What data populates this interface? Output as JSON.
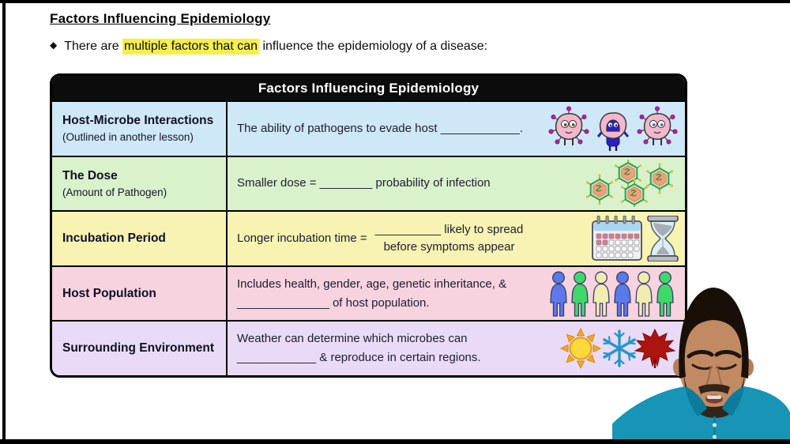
{
  "page": {
    "title": "Factors Influencing Epidemiology",
    "bullet_marker": "◆",
    "bullet_pre": "There are ",
    "bullet_highlight": "multiple factors that can",
    "bullet_post": " influence the epidemiology of a disease:"
  },
  "table": {
    "header": "Factors Influencing Epidemiology",
    "rows": [
      {
        "title": "Host-Microbe Interactions",
        "subtitle": "(Outlined in another lesson)",
        "line1": "The ability of pathogens to evade host ____________.",
        "line2": "",
        "icon_names": [
          "pathogen-character-icon",
          "disguised-pathogen-icon",
          "pathogen-character-icon"
        ]
      },
      {
        "title": "The Dose",
        "subtitle": "(Amount of Pathogen)",
        "line1": "Smaller dose = ________ probability of infection",
        "line2": "",
        "icon_names": [
          "virus-hexagon-icon",
          "virus-hexagon-icon",
          "virus-hexagon-icon",
          "virus-hexagon-icon"
        ]
      },
      {
        "title": "Incubation Period",
        "subtitle": "",
        "eq_left": "Longer incubation time =",
        "stack_top": "__________ likely to spread",
        "stack_bottom": "before symptoms appear",
        "icon_names": [
          "calendar-icon",
          "hourglass-icon"
        ]
      },
      {
        "title": "Host Population",
        "subtitle": "",
        "line1": "Includes health, gender, age, genetic inheritance, &",
        "line2": "______________ of host population.",
        "icon_names": [
          "person-icon",
          "person-icon",
          "person-icon",
          "person-icon",
          "person-icon",
          "person-icon"
        ]
      },
      {
        "title": "Surrounding Environment",
        "subtitle": "",
        "line1": "Weather can determine which microbes can",
        "line2": "____________ & reproduce in certain regions.",
        "icon_names": [
          "sun-icon",
          "snowflake-icon",
          "maple-leaf-icon"
        ]
      }
    ]
  },
  "webcam": {
    "description": "instructor-portrait"
  },
  "colors": {
    "row_blue": "#cfe8f7",
    "row_green": "#d9f2cc",
    "row_yellow": "#f8f3b2",
    "row_pink": "#f6d3df",
    "row_purple": "#e9dbf8",
    "header_bg": "#0c0c0c",
    "highlight_yellow": "#f4ef4c",
    "shirt_teal": "#1894b6",
    "frame_black": "#000000"
  }
}
